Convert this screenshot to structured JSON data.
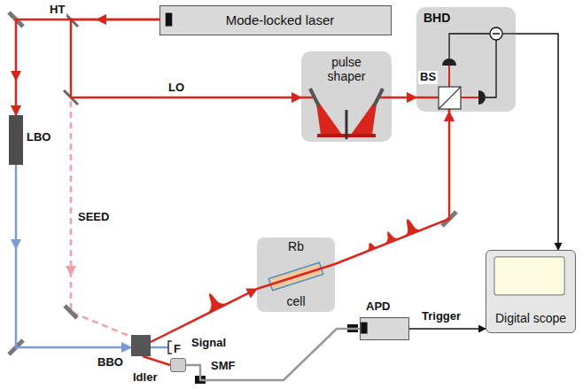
{
  "diagram": {
    "nodes": [
      {
        "text": [
          "Mode-locked laser"
        ]
      },
      {
        "text": [
          "pulse shaper"
        ]
      },
      {
        "text": [
          "BHD"
        ]
      },
      {
        "text": [
          "Rb",
          "cell"
        ]
      },
      {
        "text": [
          "Digital scope"
        ]
      },
      {
        "text": [
          "APD"
        ]
      },
      {
        "text": [
          "LBO"
        ]
      },
      {
        "text": [
          "BBO"
        ]
      },
      {
        "text": [
          "F"
        ]
      }
    ],
    "edges": [
      {
        "from": 0,
        "to": 1,
        "label": "LO",
        "arrow": "to"
      },
      {
        "from": 0,
        "to": 6,
        "arrow": "to"
      },
      {
        "from": 1,
        "to": 2,
        "arrow": "to"
      },
      {
        "from": 6,
        "to": 7,
        "arrow": "to"
      },
      {
        "from": 7,
        "to": 3,
        "label": "Signal",
        "arrow": "to"
      },
      {
        "from": 3,
        "to": 2,
        "arrow": "to"
      },
      {
        "from": 7,
        "to": 8,
        "label": "Idler",
        "arrow": "none"
      },
      {
        "from": 8,
        "to": 5,
        "label": "SMF",
        "arrow": "none"
      },
      {
        "from": 5,
        "to": 4,
        "label": "Trigger",
        "arrow": "to"
      },
      {
        "from": 2,
        "to": 4,
        "arrow": "to"
      }
    ],
    "labels": [
      "HT",
      "SEED",
      "BS"
    ]
  }
}
